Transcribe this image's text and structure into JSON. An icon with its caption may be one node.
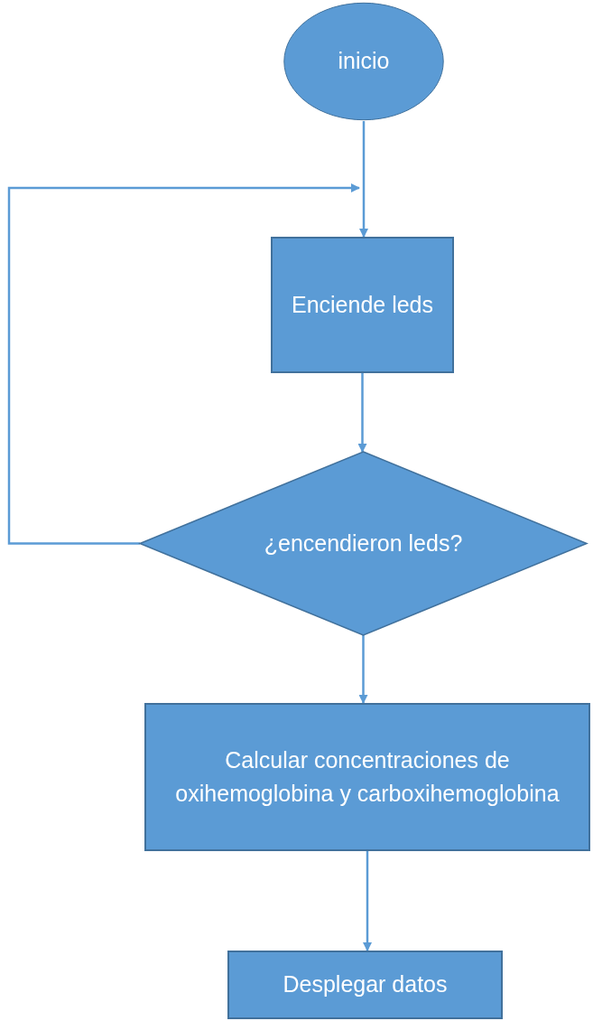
{
  "diagram": {
    "nodes": [
      {
        "text": [
          "inicio"
        ]
      },
      {
        "text": [
          "Enciende leds"
        ]
      },
      {
        "text": [
          "¿encendieron leds?"
        ]
      },
      {
        "text": [
          "Calcular concentraciones de oxihemoglobina y carboxihemoglobina"
        ]
      },
      {
        "text": [
          "Desplegar datos"
        ]
      }
    ],
    "edges": [
      {
        "from": 0,
        "to": 1,
        "arrow": "to"
      },
      {
        "from": 1,
        "to": 2,
        "arrow": "to"
      },
      {
        "from": 2,
        "to": 3,
        "arrow": "to"
      },
      {
        "from": 3,
        "to": 4,
        "arrow": "to"
      },
      {
        "from": 2,
        "to": null,
        "arrow": "to"
      }
    ]
  }
}
